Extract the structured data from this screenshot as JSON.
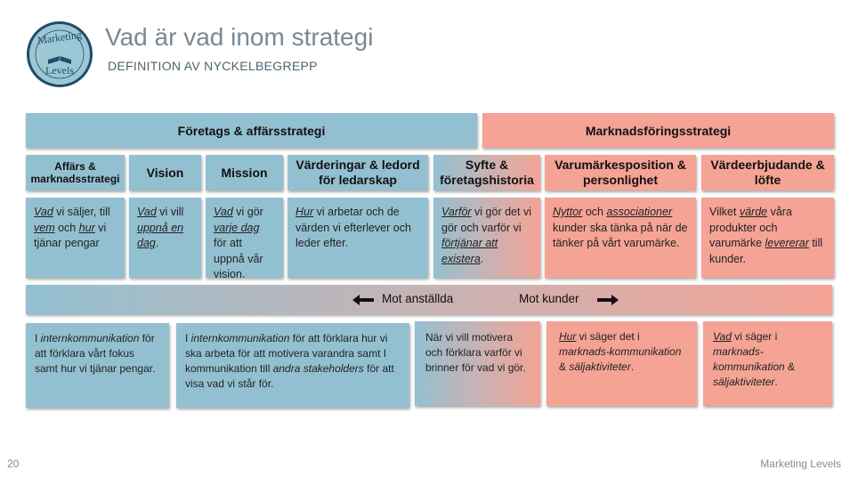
{
  "logo": {
    "text_top": "Marketing",
    "text_bottom": "Levels"
  },
  "title": "Vad är vad inom strategi",
  "subtitle": "DEFINITION AV NYCKELBEGREPP",
  "banners": {
    "left": "Företags & affärsstrategi",
    "right": "Marknadsföringsstrategi"
  },
  "columns": [
    {
      "header": "Affärs & marknadsstrategi"
    },
    {
      "header": "Vision"
    },
    {
      "header": "Mission"
    },
    {
      "header": "Värderingar & ledord för ledarskap"
    },
    {
      "header": "Syfte & företagshistoria"
    },
    {
      "header": "Varumärkesposition & personlighet"
    },
    {
      "header": "Värdeerbjudande & löfte"
    }
  ],
  "definitions": {
    "c1": {
      "w1": "Vad",
      "t1": " vi säljer, till ",
      "w2": "vem",
      "t2": " och ",
      "w3": "hur",
      "t3": " vi tjänar pengar"
    },
    "c2": {
      "w1": "Vad",
      "t1": " vi vill ",
      "w2": "uppnå en dag",
      "t2": "."
    },
    "c3": {
      "w1": "Vad",
      "t1": " vi gör ",
      "w2": "varje dag",
      "t2": " för att uppnå vår vision."
    },
    "c4": {
      "w1": "Hur",
      "t1": " vi arbetar och de värden vi efterlever och leder efter."
    },
    "c5": {
      "w1": "Varför",
      "t1": " vi gör det vi gör och varför vi ",
      "w2": "förtjänar att existera",
      "t2": "."
    },
    "c6": {
      "w1": "Nyttor",
      "t1": " och ",
      "w2": "associationer",
      "t2": " kunder ska tänka på när de tänker på vårt varumärke."
    },
    "c7": {
      "t0": "Vilket ",
      "w1": "värde",
      "t1": " våra produkter och varumärke ",
      "w2": "levererar",
      "t2": " till kunder."
    }
  },
  "direction_bar": {
    "left_label": "Mot anställda",
    "right_label": "Mot kunder"
  },
  "bottom": {
    "b1": {
      "t0": "I ",
      "i1": "internkommunikation",
      "t1": " för att förklara vårt fokus samt hur vi tjänar pengar."
    },
    "b2": {
      "t0": "I ",
      "i1": "internkommunikation",
      "t1": " för att förklara hur vi ska arbeta för att motivera varandra samt I kommunikation till ",
      "i2": "andra stakeholders",
      "t2": " för att visa vad vi står för."
    },
    "b3": {
      "t0": "När vi vill motivera och förklara varför vi brinner för vad vi gör."
    },
    "b4": {
      "w1": "Hur",
      "t1": " vi säger det i ",
      "i1": "marknads-kommunikation",
      "t2": " & ",
      "i2": "säljaktiviteter",
      "t3": "."
    },
    "b5": {
      "w1": "Vad",
      "t1": " vi säger i ",
      "i1": "marknads-kommunikation",
      "t2": " & ",
      "i2": "säljaktiviteter",
      "t3": "."
    }
  },
  "page_number": "20",
  "footer": "Marketing Levels",
  "colors": {
    "blue": "#93c0d1",
    "salmon": "#f4a395",
    "title": "#7a8893"
  }
}
